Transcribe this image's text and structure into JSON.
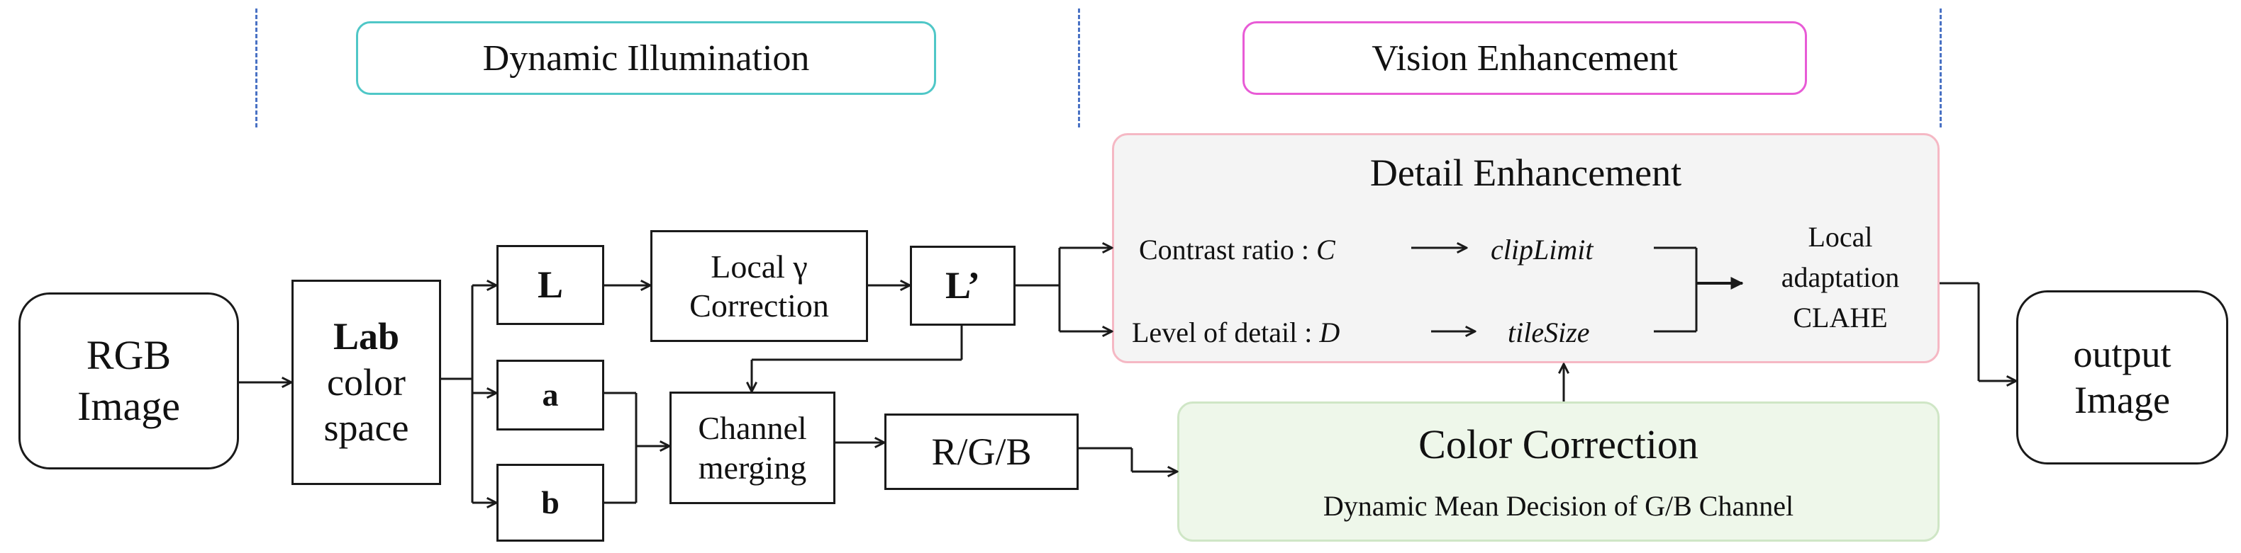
{
  "headers": {
    "dynamic_illumination": "Dynamic Illumination",
    "vision_enhancement": "Vision Enhancement"
  },
  "nodes": {
    "rgb_image": "RGB\nImage",
    "lab_title": "Lab",
    "lab_sub": "color\nspace",
    "l": "L",
    "a": "a",
    "b": "b",
    "local_gamma": "Local γ\nCorrection",
    "l_prime": "L’",
    "channel_merging": "Channel\nmerging",
    "rgb_split": "R/G/B",
    "output_image": "output\nImage"
  },
  "detail_enhancement": {
    "title": "Detail Enhancement",
    "contrast_label": "Contrast ratio : ",
    "contrast_var": "C",
    "clip_limit": "clipLimit",
    "detail_label": "Level of detail : ",
    "detail_var": "D",
    "tile_size": "tileSize",
    "clahe": "Local\nadaptation\nCLAHE"
  },
  "color_correction": {
    "title": "Color Correction",
    "subtitle": "Dynamic Mean Decision of G/B Channel"
  },
  "colors": {
    "dynamic_border": "#4fc7c7",
    "vision_border": "#e85bd6",
    "detail_panel_bg": "#f4f4f4",
    "detail_panel_border": "#f5b8c4",
    "color_panel_bg": "#eef7ea",
    "color_panel_border": "#cfe6c6",
    "divider": "#4a72c4"
  }
}
